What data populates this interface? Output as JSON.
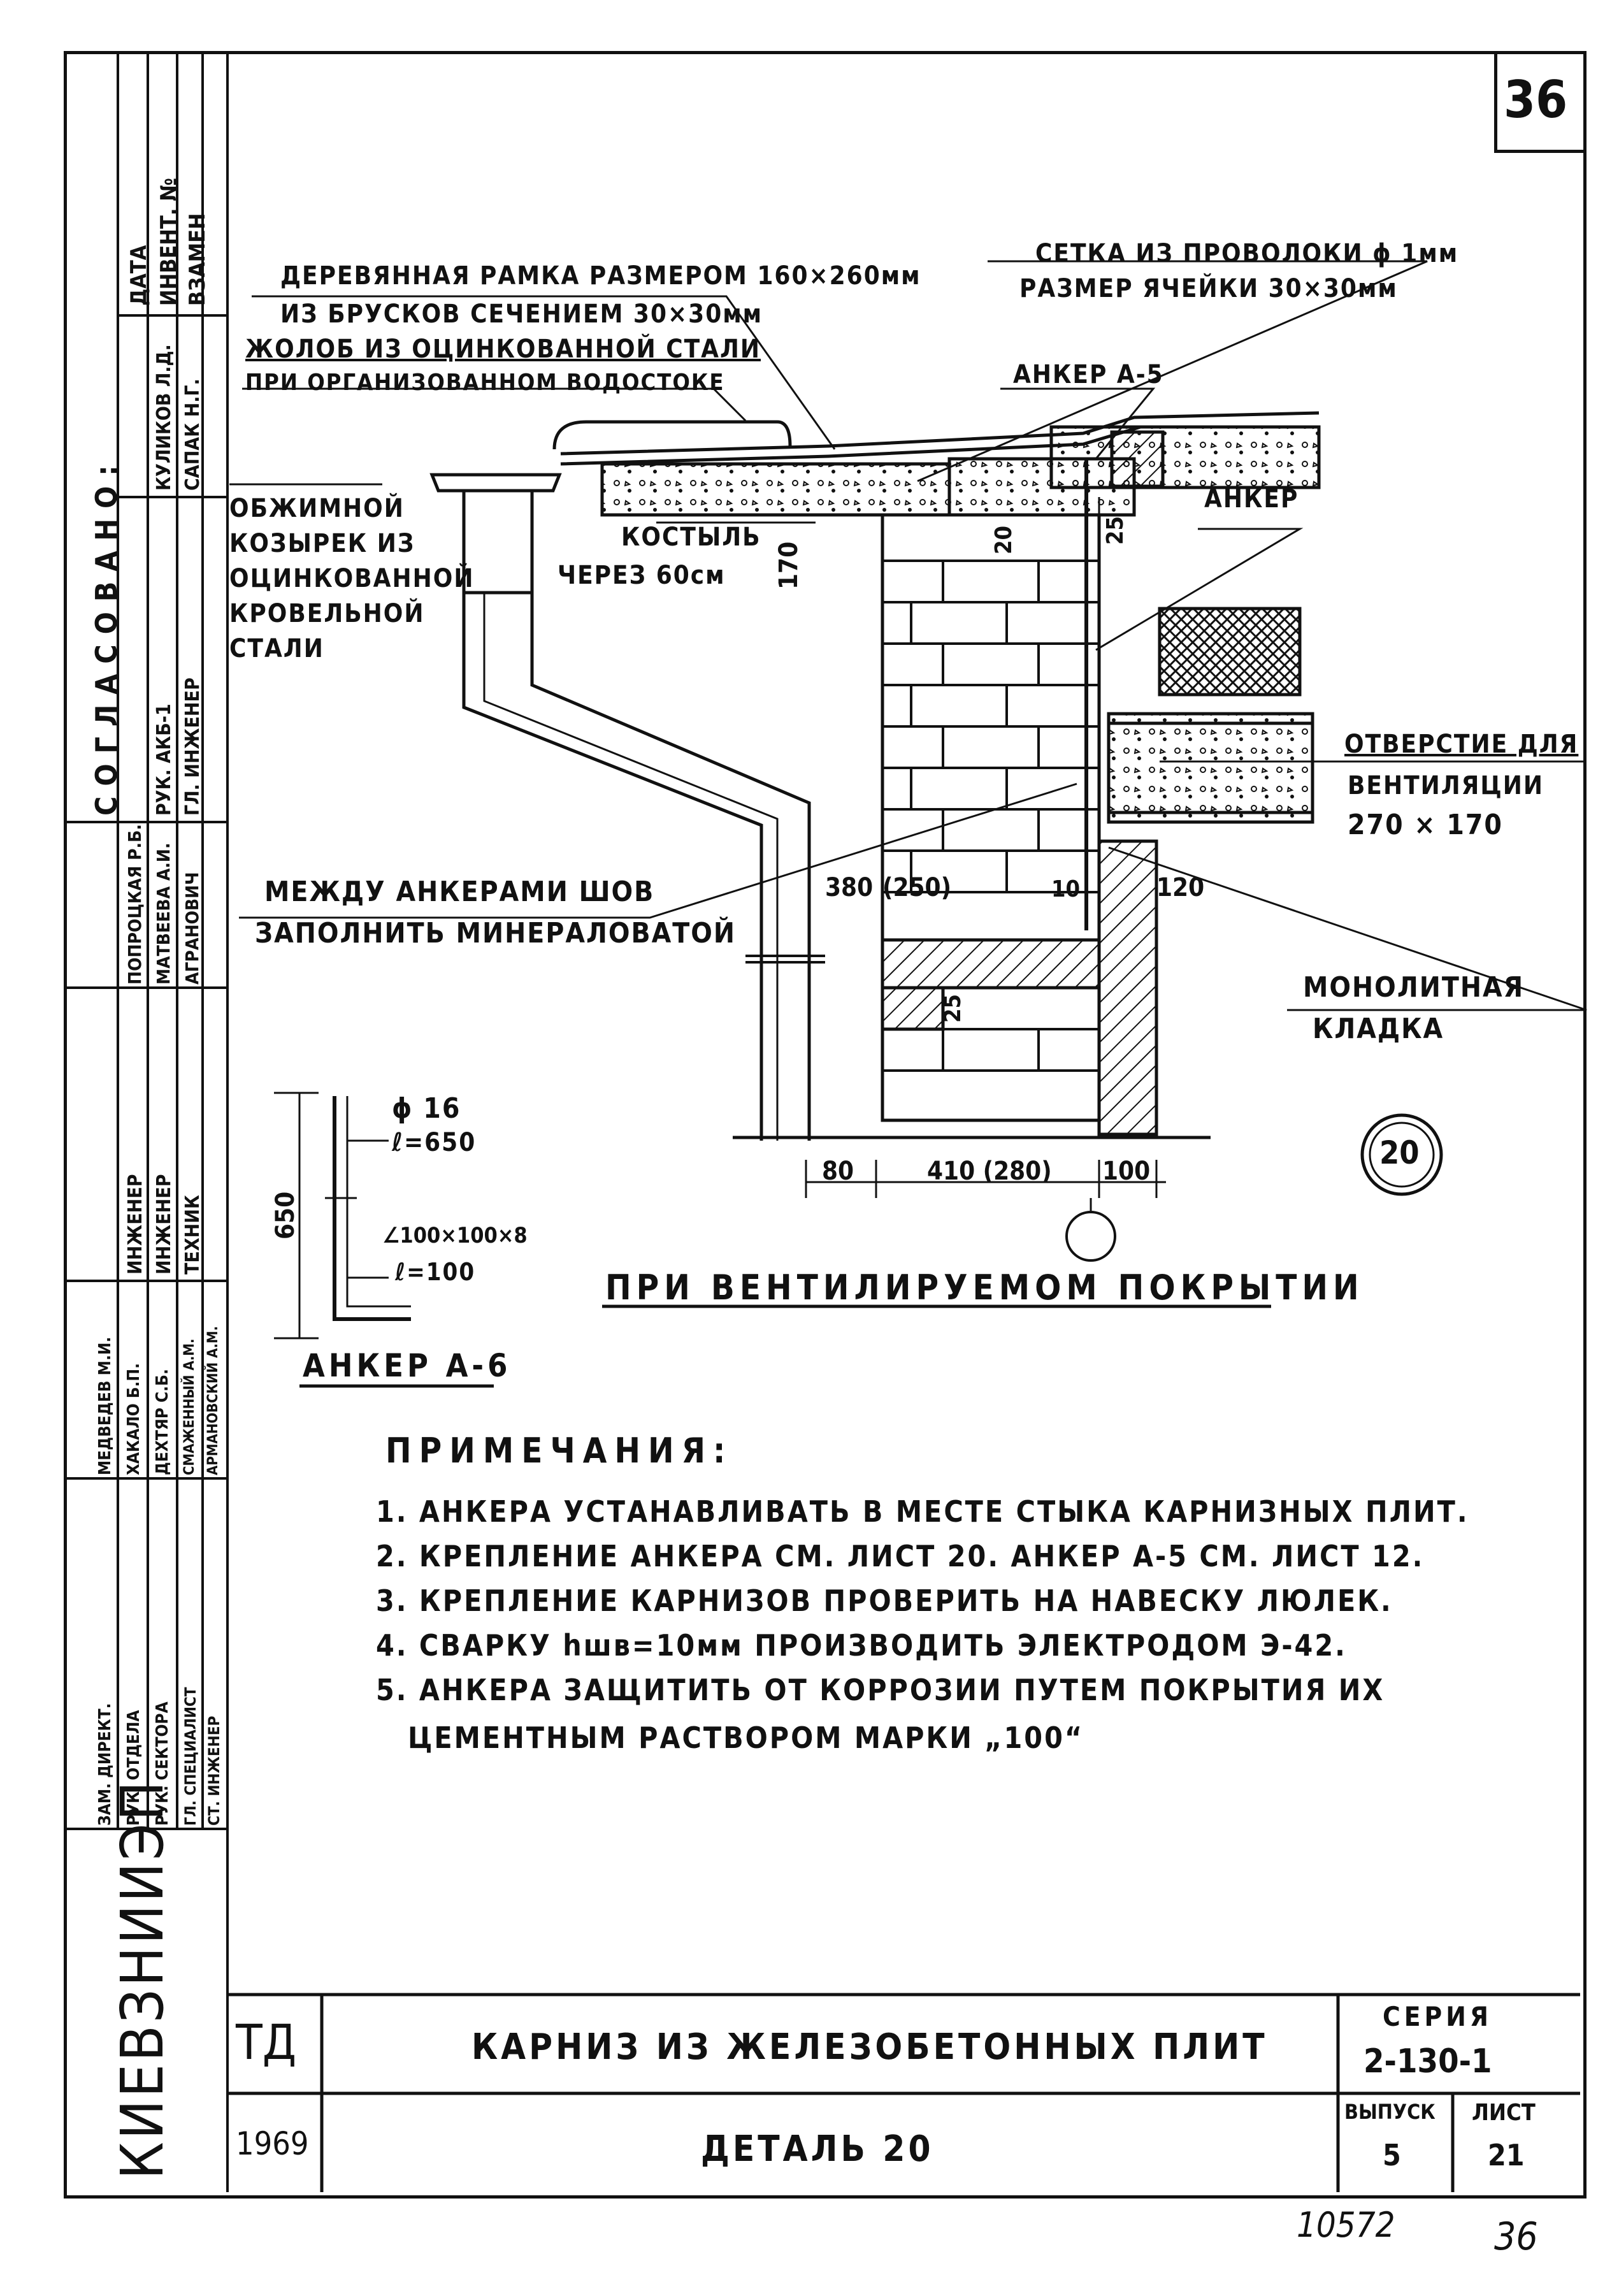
{
  "sheet_number": "36",
  "labels": {
    "frame_wood_1": "ДЕРЕВЯННАЯ РАМКА РАЗМЕРОМ 160×260мм",
    "frame_wood_2": "ИЗ БРУСКОВ СЕЧЕНИЕМ 30×30мм",
    "gutter_1": "ЖОЛОБ ИЗ ОЦИНКОВАННОЙ СТАЛИ",
    "gutter_2": "ПРИ ОРГАНИЗОВАННОМ ВОДОСТОКЕ",
    "mesh_1": "СЕТКА ИЗ ПРОВОЛОКИ ϕ 1мм",
    "mesh_2": "РАЗМЕР ЯЧЕЙКИ 30×30мм",
    "anchor_a5": "АНКЕР А-5",
    "anchor": "АНКЕР",
    "clamp_1": "ОБЖИМНОЙ",
    "clamp_2": "КОЗЫРЕК ИЗ",
    "clamp_3": "ОЦИНКОВАННОЙ",
    "clamp_4": "КРОВЕЛЬНОЙ",
    "clamp_5": "СТАЛИ",
    "crutch_1": "КОСТЫЛЬ",
    "crutch_2": "ЧЕРЕЗ 60см",
    "vent_1": "ОТВЕРСТИЕ ДЛЯ",
    "vent_2": "ВЕНТИЛЯЦИИ",
    "vent_3": "270 × 170",
    "seam_1": "МЕЖДУ АНКЕРАМИ ШОВ",
    "seam_2": "ЗАПОЛНИТЬ МИНЕРАЛОВАТОЙ",
    "monolith_1": "МОНОЛИТНАЯ",
    "monolith_2": "КЛАДКА",
    "dim_170": "170",
    "dim_20": "20",
    "dim_25_top": "25",
    "dim_25_bot": "25",
    "dim_380": "380",
    "dim_250": "(250)",
    "dim_10": "10",
    "dim_120": "120",
    "dim_80": "80",
    "dim_410": "410 (280)",
    "dim_100": "100",
    "detail_no": "20",
    "caption": "ПРИ ВЕНТИЛИРУЕМОМ ПОКРЫТИИ"
  },
  "anchor_a6": {
    "phi": "ϕ 16",
    "length1": "ℓ=650",
    "height": "650",
    "angle": "∠100×100×8",
    "length2": "ℓ=100",
    "title": "АНКЕР А-6"
  },
  "notes": {
    "title": "ПРИМЕЧАНИЯ:",
    "items": [
      "1. АНКЕРА УСТАНАВЛИВАТЬ В МЕСТЕ СТЫКА КАРНИЗНЫХ ПЛИТ.",
      "2. КРЕПЛЕНИЕ АНКЕРА СМ. ЛИСТ 20. АНКЕР А-5 СМ. ЛИСТ 12.",
      "3. КРЕПЛЕНИЕ КАРНИЗОВ ПРОВЕРИТЬ НА НАВЕСКУ ЛЮЛЕК.",
      "4. СВАРКУ hшв=10мм ПРОИЗВОДИТЬ ЭЛЕКТРОДОМ Э-42.",
      "5. АНКЕРА ЗАЩИТИТЬ ОТ КОРРОЗИИ ПУТЕМ ПОКРЫТИЯ ИХ",
      "ЦЕМЕНТНЫМ РАСТВОРОМ МАРКИ „100“"
    ]
  },
  "title_block": {
    "td": "ТД",
    "year": "1969",
    "title": "КАРНИЗ ИЗ ЖЕЛЕЗОБЕТОННЫХ ПЛИТ",
    "detail": "ДЕТАЛЬ 20",
    "series_label": "СЕРИЯ",
    "series_value": "2-130-1",
    "issue_label": "ВЫПУСК",
    "issue_value": "5",
    "sheet_label": "ЛИСТ",
    "sheet_value": "21",
    "inventory_no": "10572",
    "page_no": "36"
  },
  "side_panel": {
    "org": "КИЕВЗНИИЭП",
    "top_headers": [
      "ДАТА",
      "ИНВЕНТ. №",
      "ВЗАМЕН"
    ],
    "agreed_header": "СОГЛАСОВАНО:",
    "agreed_names": [
      "КУЛИКОВ Л.Д.",
      "САПАК Н.Г."
    ],
    "agreed_roles": [
      "РУК. АКБ-1",
      "ГЛ. ИНЖЕНЕР"
    ],
    "mid_names": [
      "ПОПРОЦКАЯ Р.Б.",
      "МАТВЕЕВА А.И.",
      "АГРАНОВИЧ"
    ],
    "mid_roles": [
      "ИНЖЕНЕР",
      "ИНЖЕНЕР",
      "ТЕХНИК"
    ],
    "lower_names": [
      "МЕДВЕДЕВ М.И.",
      "ХАКАЛО Б.П.",
      "ДЕХТЯР С.Б.",
      "СМАЖЕННЫЙ А.М.",
      "АРМАНОВСКИЙ А.М."
    ],
    "lower_roles": [
      "ЗАМ. ДИРЕКТ.",
      "РУК. ОТДЕЛА",
      "РУК. СЕКТОРА",
      "ГЛ. СПЕЦИАЛИСТ",
      "СТ. ИНЖЕНЕР"
    ]
  }
}
